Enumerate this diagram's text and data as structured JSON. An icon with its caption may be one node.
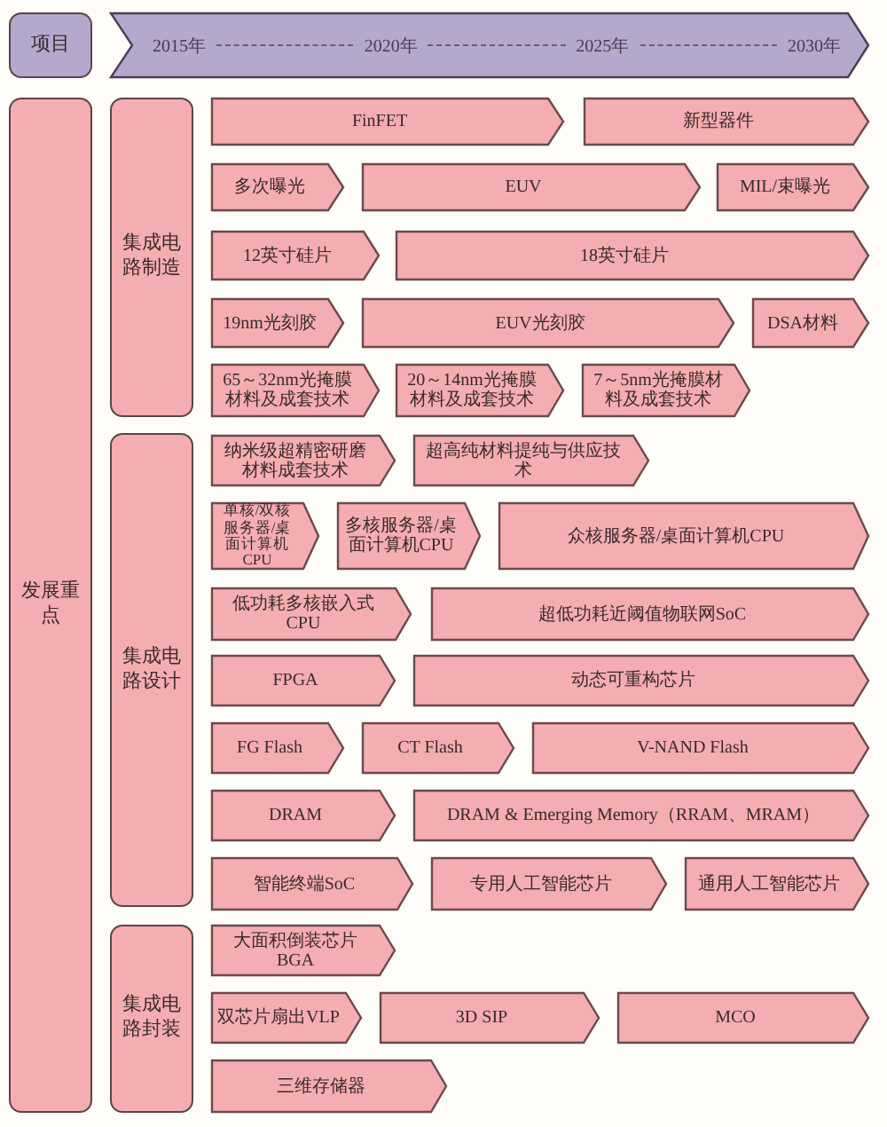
{
  "diagram": {
    "nodes": [
      {
        "text": [
          "项目"
        ]
      },
      {
        "text": [
          "2015年",
          "2020年",
          "2025年",
          "2030年"
        ]
      },
      {
        "text": [
          "发展重点"
        ]
      },
      {
        "text": [
          "集成电路制造"
        ]
      },
      {
        "text": [
          "FinFET"
        ]
      },
      {
        "text": [
          "新型器件"
        ]
      },
      {
        "text": [
          "多次曝光"
        ]
      },
      {
        "text": [
          "EUV"
        ]
      },
      {
        "text": [
          "MIL/束曝光"
        ]
      },
      {
        "text": [
          "12英寸硅片"
        ]
      },
      {
        "text": [
          "18英寸硅片"
        ]
      },
      {
        "text": [
          "19nm光刻胶"
        ]
      },
      {
        "text": [
          "EUV光刻胶"
        ]
      },
      {
        "text": [
          "DSA材料"
        ]
      },
      {
        "text": [
          "65～32nm光掩膜材料及成套技术"
        ]
      },
      {
        "text": [
          "20～14nm光掩膜材料及成套技术"
        ]
      },
      {
        "text": [
          "7～5nm光掩膜材料及成套技术"
        ]
      },
      {
        "text": [
          "集成电路设计"
        ]
      },
      {
        "text": [
          "纳米级超精密研磨材料成套技术"
        ]
      },
      {
        "text": [
          "超高纯材料提纯与供应技术"
        ]
      },
      {
        "text": [
          "单核/双核服务器/桌面计算机CPU"
        ]
      },
      {
        "text": [
          "多核服务器/桌面计算机CPU"
        ]
      },
      {
        "text": [
          "众核服务器/桌面计算机CPU"
        ]
      },
      {
        "text": [
          "低功耗多核嵌入式CPU"
        ]
      },
      {
        "text": [
          "超低功耗近阈值物联网SoC"
        ]
      },
      {
        "text": [
          "FPGA"
        ]
      },
      {
        "text": [
          "动态可重构芯片"
        ]
      },
      {
        "text": [
          "FG Flash"
        ]
      },
      {
        "text": [
          "CT Flash"
        ]
      },
      {
        "text": [
          "V-NAND Flash"
        ]
      },
      {
        "text": [
          "DRAM"
        ]
      },
      {
        "text": [
          "DRAM & Emerging Memory（RRAM、MRAM）"
        ]
      },
      {
        "text": [
          "智能终端SoC"
        ]
      },
      {
        "text": [
          "专用人工智能芯片"
        ]
      },
      {
        "text": [
          "通用人工智能芯片"
        ]
      },
      {
        "text": [
          "集成电路封装"
        ]
      },
      {
        "text": [
          "大面积倒装芯片BGA"
        ]
      },
      {
        "text": [
          "双芯片扇出VLP"
        ]
      },
      {
        "text": [
          "3D SIP"
        ]
      },
      {
        "text": [
          "MCO"
        ]
      },
      {
        "text": [
          "三维存储器"
        ]
      }
    ]
  }
}
